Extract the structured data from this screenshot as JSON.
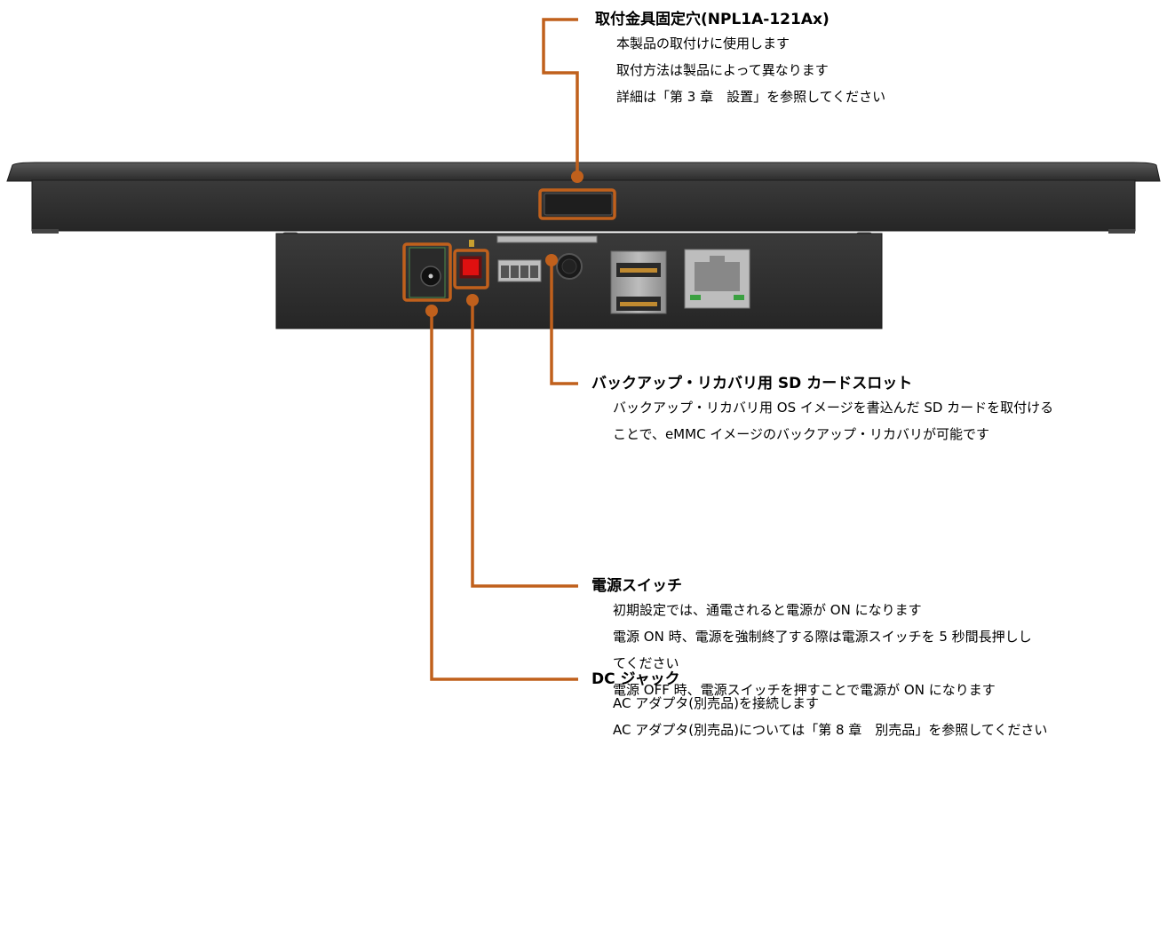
{
  "callouts": {
    "bracket_hole": {
      "title": "取付金具固定穴(NPL1A-121Ax)",
      "lines": [
        "本製品の取付けに使用します",
        "取付方法は製品によって異なります",
        "詳細は「第 3 章　設置」を参照してください"
      ]
    },
    "sd_slot": {
      "title": "バックアップ・リカバリ用 SD カードスロット",
      "lines": [
        "バックアップ・リカバリ用 OS イメージを書込んだ SD カードを取付ける",
        "ことで、eMMC イメージのバックアップ・リカバリが可能です"
      ]
    },
    "power_switch": {
      "title": "電源スイッチ",
      "lines": [
        "初期設定では、通電されると電源が ON になります",
        "電源 ON 時、電源を強制終了する際は電源スイッチを 5 秒間長押しし",
        "てください",
        "電源 OFF 時、電源スイッチを押すことで電源が ON になります"
      ]
    },
    "dc_jack": {
      "title": "DC ジャック",
      "lines": [
        "AC アダプタ(別売品)を接続します",
        "AC アダプタ(別売品)については「第 8 章　別売品」を参照してください"
      ]
    }
  },
  "colors": {
    "leader": "#c0601c",
    "body": "#2e2e2e",
    "bezel": "#3a3a3a",
    "switch": "#e01010"
  }
}
